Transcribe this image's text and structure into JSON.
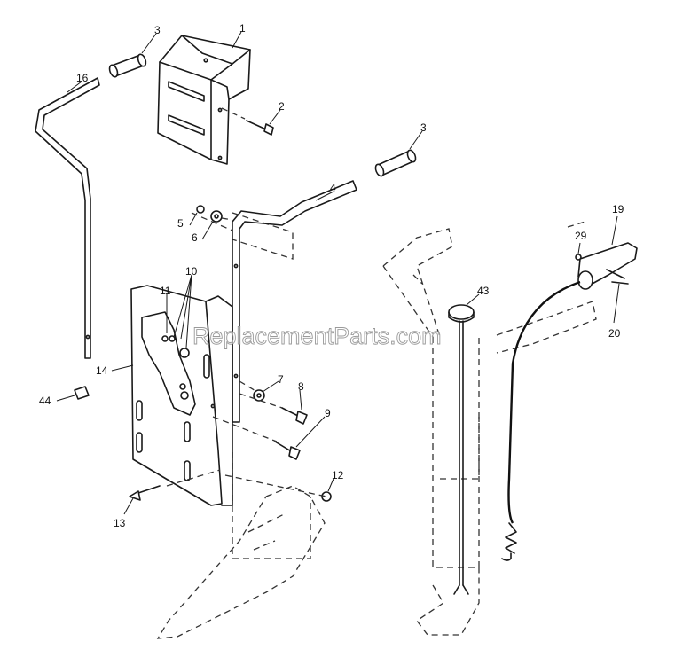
{
  "watermark": "ReplacementParts.com",
  "callouts": {
    "c1": "1",
    "c2": "2",
    "c3a": "3",
    "c3b": "3",
    "c4": "4",
    "c5": "5",
    "c6": "6",
    "c7": "7",
    "c8": "8",
    "c9": "9",
    "c10": "10",
    "c11": "11",
    "c12": "12",
    "c13": "13",
    "c14": "14",
    "c16": "16",
    "c19": "19",
    "c20": "20",
    "c29": "29",
    "c43": "43",
    "c44": "44"
  },
  "colors": {
    "line": "#1a1a1a",
    "watermark_stroke": "#9a9a9a"
  }
}
